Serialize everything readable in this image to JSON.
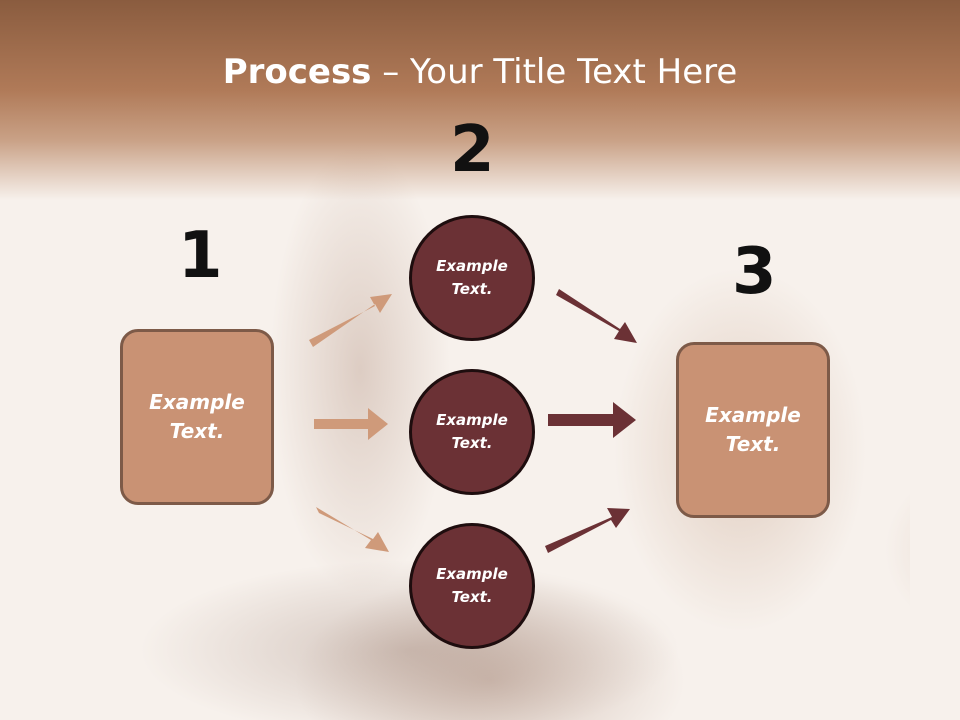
{
  "title": {
    "bold": "Process",
    "rest": " – Your Title Text Here"
  },
  "steps": [
    {
      "number": "1",
      "text": "Example Text."
    },
    {
      "number": "2",
      "items": [
        "Example Text.",
        "Example Text.",
        "Example Text."
      ]
    },
    {
      "number": "3",
      "text": "Example Text."
    }
  ],
  "colors": {
    "header": "#b07a58",
    "box_fill": "#c99274",
    "box_border": "#7d5a48",
    "circle_fill": "#6b3135",
    "circle_border": "#1e0d0e",
    "arrow_light": "#cf9a7a",
    "arrow_dark": "#6b3135"
  }
}
